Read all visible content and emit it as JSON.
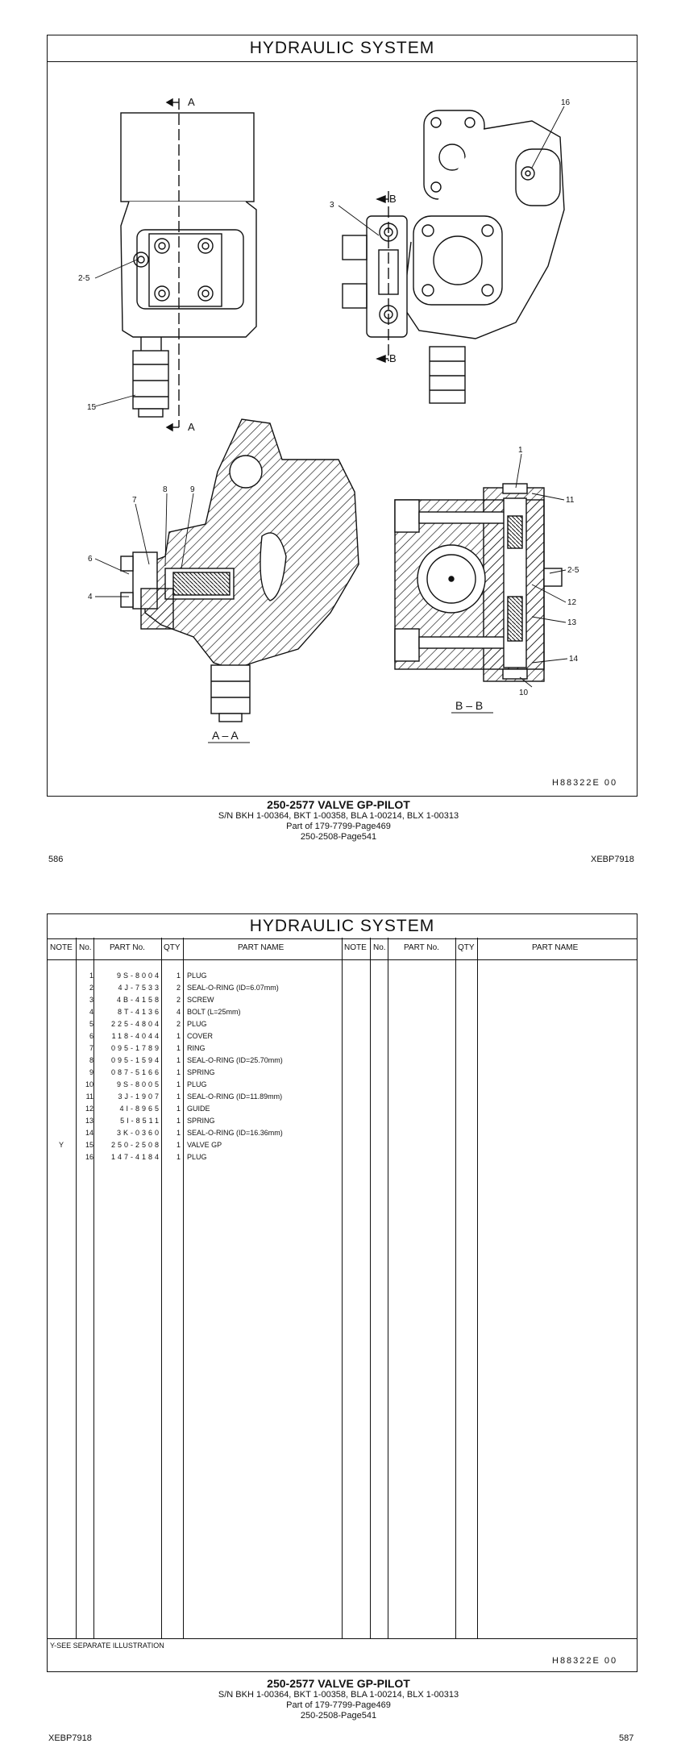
{
  "page1": {
    "title": "HYDRAULIC  SYSTEM",
    "drawing_code": "H88322E    00",
    "caption": {
      "main": "250-2577  VALVE GP-PILOT",
      "sn": "S/N BKH 1-00364, BKT 1-00358, BLA 1-00214, BLX 1-00313",
      "part_of": "Part of 179-7799-Page469",
      "ref": "250-2508-Page541"
    },
    "page_number": "586",
    "doc_code": "XEBP7918",
    "callouts": {
      "c16": "16",
      "c3": "3",
      "c2_5a": "2-5",
      "c15": "15",
      "c7": "7",
      "c8": "8",
      "c9": "9",
      "c6": "6",
      "c4": "4",
      "c1": "1",
      "c11": "11",
      "c2_5b": "2-5",
      "c12": "12",
      "c13": "13",
      "c14": "14",
      "c10": "10",
      "sec_a": "A",
      "sec_b": "B",
      "view_aa": "A – A",
      "view_bb": "B – B"
    }
  },
  "page2": {
    "title": "HYDRAULIC  SYSTEM",
    "headers": {
      "note": "NOTE",
      "no": "No.",
      "part_no": "PART No.",
      "qty": "QTY",
      "part_name": "PART NAME"
    },
    "rows": [
      {
        "note": "",
        "no": "1",
        "part_no": "9S-8004",
        "qty": "1",
        "name": "PLUG"
      },
      {
        "note": "",
        "no": "2",
        "part_no": "4J-7533",
        "qty": "2",
        "name": "SEAL-O-RING (ID=6.07mm)"
      },
      {
        "note": "",
        "no": "3",
        "part_no": "4B-4158",
        "qty": "2",
        "name": "SCREW"
      },
      {
        "note": "",
        "no": "4",
        "part_no": "8T-4136",
        "qty": "4",
        "name": "BOLT (L=25mm)"
      },
      {
        "note": "",
        "no": "5",
        "part_no": "225-4804",
        "qty": "2",
        "name": "PLUG"
      },
      {
        "note": "",
        "no": "6",
        "part_no": "118-4044",
        "qty": "1",
        "name": "COVER"
      },
      {
        "note": "",
        "no": "7",
        "part_no": "095-1789",
        "qty": "1",
        "name": "RING"
      },
      {
        "note": "",
        "no": "8",
        "part_no": "095-1594",
        "qty": "1",
        "name": "SEAL-O-RING (ID=25.70mm)"
      },
      {
        "note": "",
        "no": "9",
        "part_no": "087-5166",
        "qty": "1",
        "name": "SPRING"
      },
      {
        "note": "",
        "no": "10",
        "part_no": "9S-8005",
        "qty": "1",
        "name": "PLUG"
      },
      {
        "note": "",
        "no": "11",
        "part_no": "3J-1907",
        "qty": "1",
        "name": "SEAL-O-RING (ID=11.89mm)"
      },
      {
        "note": "",
        "no": "12",
        "part_no": "4I-8965",
        "qty": "1",
        "name": "GUIDE"
      },
      {
        "note": "",
        "no": "13",
        "part_no": "5I-8511",
        "qty": "1",
        "name": "SPRING"
      },
      {
        "note": "",
        "no": "14",
        "part_no": "3K-0360",
        "qty": "1",
        "name": "SEAL-O-RING (ID=16.36mm)"
      },
      {
        "note": "Y",
        "no": "15",
        "part_no": "250-2508",
        "qty": "1",
        "name": "VALVE GP"
      },
      {
        "note": "",
        "no": "16",
        "part_no": "147-4184",
        "qty": "1",
        "name": "PLUG"
      }
    ],
    "footnote": "Y-SEE SEPARATE ILLUSTRATION",
    "drawing_code": "H88322E    00",
    "caption": {
      "main": "250-2577  VALVE GP-PILOT",
      "sn": "S/N BKH 1-00364, BKT 1-00358, BLA 1-00214, BLX 1-00313",
      "part_of": "Part of 179-7799-Page469",
      "ref": "250-2508-Page541"
    },
    "doc_code": "XEBP7918",
    "page_number": "587"
  }
}
